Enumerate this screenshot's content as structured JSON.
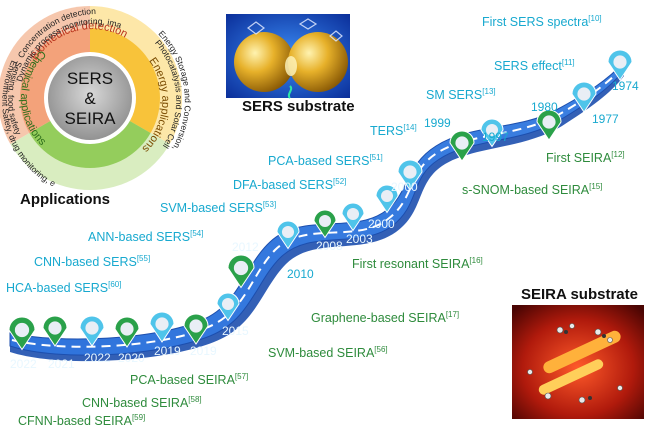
{
  "wheel": {
    "center_lines": [
      "SERS",
      "&",
      "SEIRA"
    ],
    "sectors": [
      {
        "name": "Biomedical detection",
        "detail_lines": [
          "Concentration detection",
          "Dynamic process monitoring, imaging, etc."
        ],
        "color": "#f6c7ad",
        "inner_color": "#f3a27a"
      },
      {
        "name": "Energy applications",
        "detail_lines": [
          "Photocatalysis and Solar Cell",
          "Energy Storage and Conversion, etc."
        ],
        "color": "#fde7a8",
        "inner_color": "#f8c33a"
      },
      {
        "name": "Chemical applications",
        "detail_lines": [
          "Sensing, food safety",
          "Environment Safety, drug monitoring, etc."
        ],
        "color": "#d9edc0",
        "inner_color": "#94cd5c"
      }
    ],
    "caption": "Applications"
  },
  "sers_substrate": {
    "caption": "SERS substrate"
  },
  "seira_substrate": {
    "caption": "SEIRA substrate"
  },
  "colors": {
    "road": "#2e6fd9",
    "road_dark": "#1d4fae",
    "sers_pin": "#4fc4ea",
    "seira_pin": "#2aa14a",
    "label_cyan": "#18a9cf",
    "label_green": "#2e8b3c"
  },
  "milestones": [
    {
      "text": "First SERS spectra",
      "ref": "[10]",
      "year": "1974",
      "kind": "sers"
    },
    {
      "text": "SERS effect",
      "ref": "[11]",
      "year": "1977",
      "kind": "sers"
    },
    {
      "text": "First SEIRA",
      "ref": "[12]",
      "year": "1980",
      "kind": "seira"
    },
    {
      "text": "SM SERS",
      "ref": "[13]",
      "year": "1997",
      "kind": "sers"
    },
    {
      "text": "s-SNOM-based SEIRA",
      "ref": "[15]",
      "year": "1999",
      "kind": "seira"
    },
    {
      "text": "TERS",
      "ref": "[14]",
      "year": "2000",
      "kind": "sers"
    },
    {
      "text": "PCA-based SERS",
      "ref": "[51]",
      "year": "2000",
      "kind": "sers"
    },
    {
      "text": "DFA-based SERS",
      "ref": "[52]",
      "year": "2003",
      "kind": "sers"
    },
    {
      "text": "First resonant SEIRA",
      "ref": "[16]",
      "year": "2008",
      "kind": "seira"
    },
    {
      "text": "SVM-based SERS",
      "ref": "[53]",
      "year": "2010",
      "kind": "sers"
    },
    {
      "text": "Graphene-based SEIRA",
      "ref": "[17]",
      "year": "2012",
      "kind": "seira"
    },
    {
      "text": "ANN-based SERS",
      "ref": "[54]",
      "year": "2015",
      "kind": "sers"
    },
    {
      "text": "SVM-based SEIRA",
      "ref": "[56]",
      "year": "2019",
      "kind": "seira"
    },
    {
      "text": "CNN-based SERS",
      "ref": "[55]",
      "year": "2019",
      "kind": "sers"
    },
    {
      "text": "PCA-based SEIRA",
      "ref": "[57]",
      "year": "2020",
      "kind": "seira"
    },
    {
      "text": "HCA-based SERS",
      "ref": "[60]",
      "year": "2022",
      "kind": "sers"
    },
    {
      "text": "CNN-based SEIRA",
      "ref": "[58]",
      "year": "2021",
      "kind": "seira"
    },
    {
      "text": "CFNN-based SEIRA",
      "ref": "[59]",
      "year": "2022",
      "kind": "seira"
    }
  ]
}
